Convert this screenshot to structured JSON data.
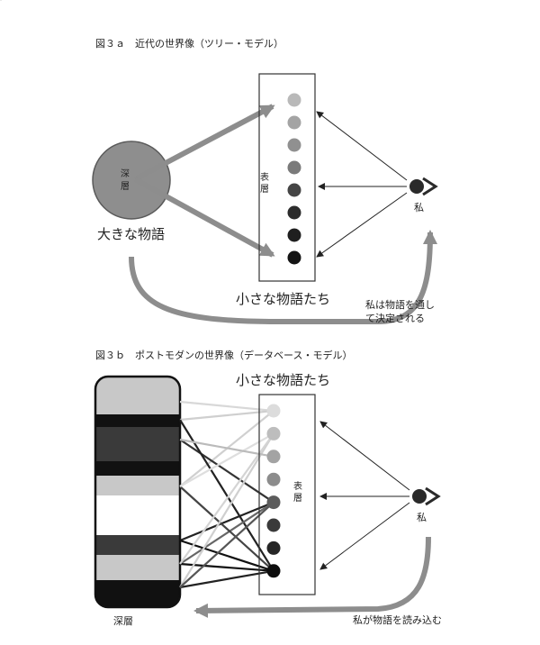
{
  "fig_a": {
    "caption": "図３ａ　近代の世界像（ツリー・モデル）",
    "deep_label": "深層",
    "grand_narrative": "大きな物語",
    "surface_label": "表層",
    "small_narratives": "小さな物語たち",
    "me": "私",
    "note_line1": "私は物語を通し",
    "note_line2": "て決定される",
    "dot_colors": [
      "#b9b9b9",
      "#a4a4a4",
      "#909090",
      "#7a7a7a",
      "#454545",
      "#2c2c2c",
      "#1f1f1f",
      "#141414"
    ]
  },
  "fig_b": {
    "caption": "図３ｂ　ポストモダンの世界像（データベース・モデル）",
    "small_narratives": "小さな物語たち",
    "surface_label": "表層",
    "me": "私",
    "deep_label": "深層",
    "read_label": "私が物語を読み込む",
    "dot_colors": [
      "#dcdcdc",
      "#bdbdbd",
      "#a3a3a3",
      "#8c8c8c",
      "#5c5c5c",
      "#3a3a3a",
      "#262626",
      "#0d0d0d"
    ],
    "database_bands": [
      {
        "color": "#c8c8c8"
      },
      {
        "color": "#111111"
      },
      {
        "color": "#3a3a3a"
      },
      {
        "color": "#111111"
      },
      {
        "color": "#c8c8c8"
      },
      {
        "color": "#ffffff"
      },
      {
        "color": "#3a3a3a"
      },
      {
        "color": "#c8c8c8"
      },
      {
        "color": "#111111"
      }
    ]
  }
}
